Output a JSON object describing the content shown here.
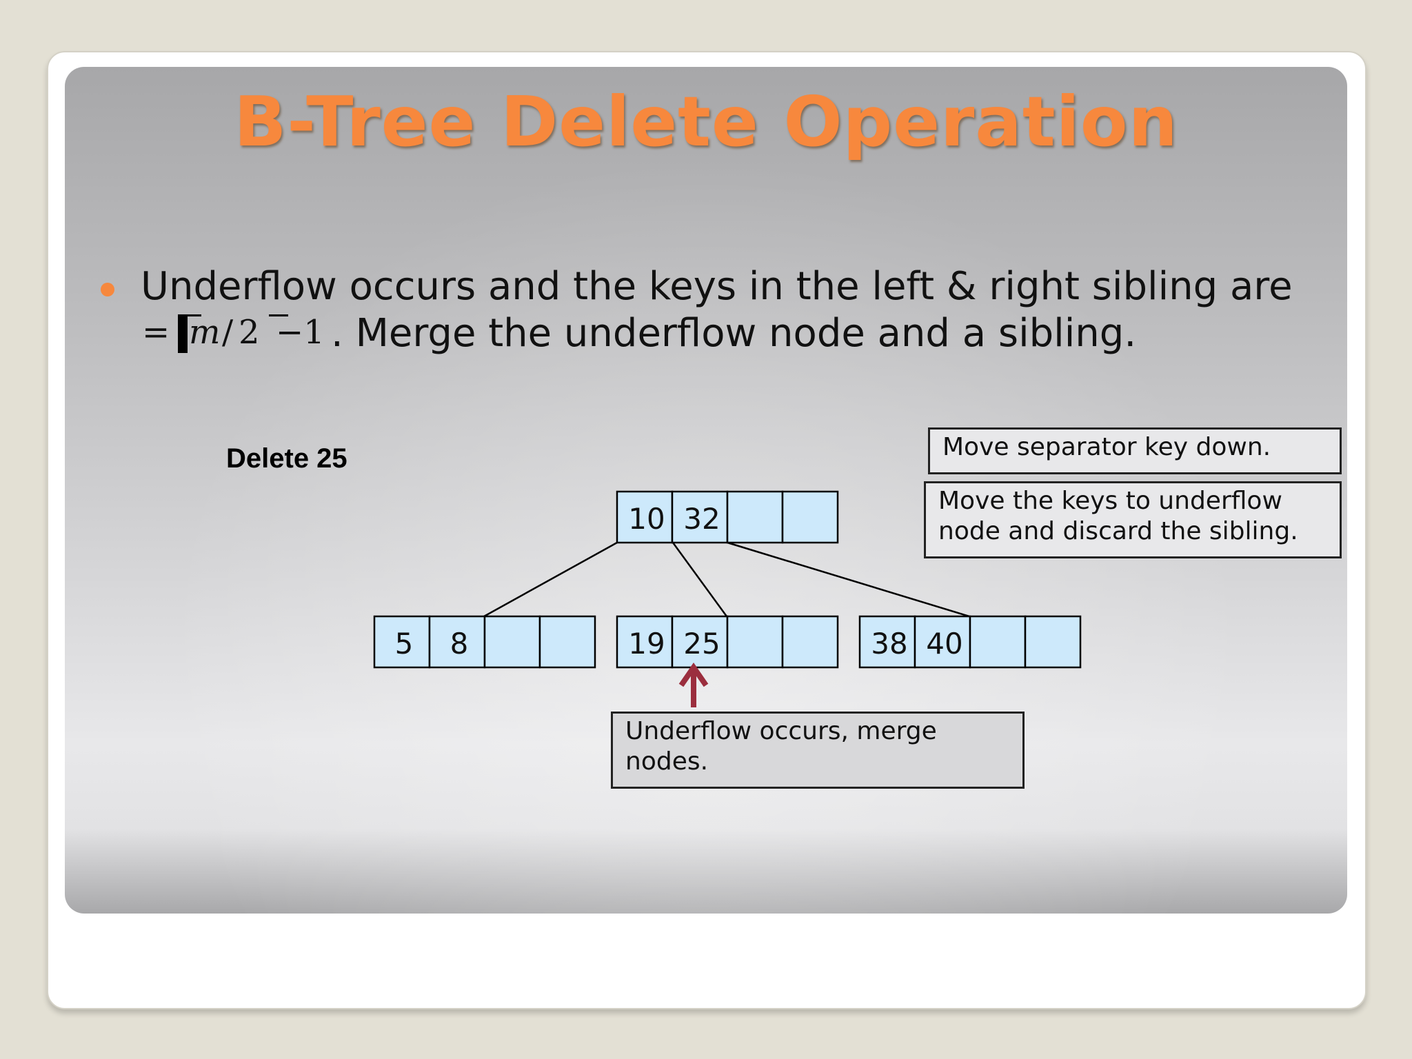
{
  "slide": {
    "title": "B-Tree Delete Operation",
    "bullet": {
      "line1": "Underflow occurs and the keys in the left & right sibling are",
      "formula": {
        "eq": "=",
        "m": "m",
        "slash": "/",
        "two": "2",
        "minus_one": "−1"
      },
      "line2": ". Merge the underflow node and a sibling."
    },
    "example_label": "Delete 25",
    "callouts": {
      "move_separator": "Move separator key down.",
      "merge_keys": [
        "Move the keys to underflow",
        "node and discard the sibling."
      ],
      "underflow": [
        "Underflow occurs, merge",
        "nodes."
      ]
    }
  },
  "tree": {
    "root": [
      "10",
      "32",
      "",
      ""
    ],
    "children": [
      [
        "5",
        "8",
        "",
        ""
      ],
      [
        "19",
        "25",
        "",
        ""
      ],
      [
        "38",
        "40",
        "",
        ""
      ]
    ]
  },
  "colors": {
    "title": "#f7883d",
    "node_fill": "#cde9fb",
    "arrow": "#9b2e3e",
    "bullet": "#f7883d"
  },
  "icons": {
    "underflow_pointer": "up-arrow-icon"
  }
}
